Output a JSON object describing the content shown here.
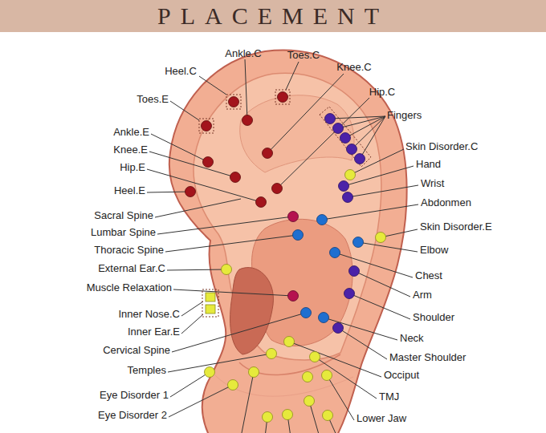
{
  "diagram": {
    "title": "PLACEMENT",
    "labels": [
      "Ankle.C",
      "Toes.C",
      "Heel.C",
      "Knee.C",
      "Hip.C",
      "Toes.E",
      "Fingers",
      "Ankle.E",
      "Knee.E",
      "Skin Disorder.C",
      "Hip.E",
      "Hand",
      "Heel.E",
      "Wrist",
      "Abdonmen",
      "Sacral Spine",
      "Skin Disorder.E",
      "Lumbar Spine",
      "Thoracic Spine",
      "Elbow",
      "External Ear.C",
      "Chest",
      "Muscle Relaxation",
      "Arm",
      "Inner Nose.C",
      "Shoulder",
      "Inner Ear.E",
      "Neck",
      "Cervical Spine",
      "Master Shoulder",
      "Temples",
      "Occiput",
      "TMJ",
      "Eye Disorder 1",
      "Lower Jaw",
      "Eye Disorder 2"
    ]
  }
}
